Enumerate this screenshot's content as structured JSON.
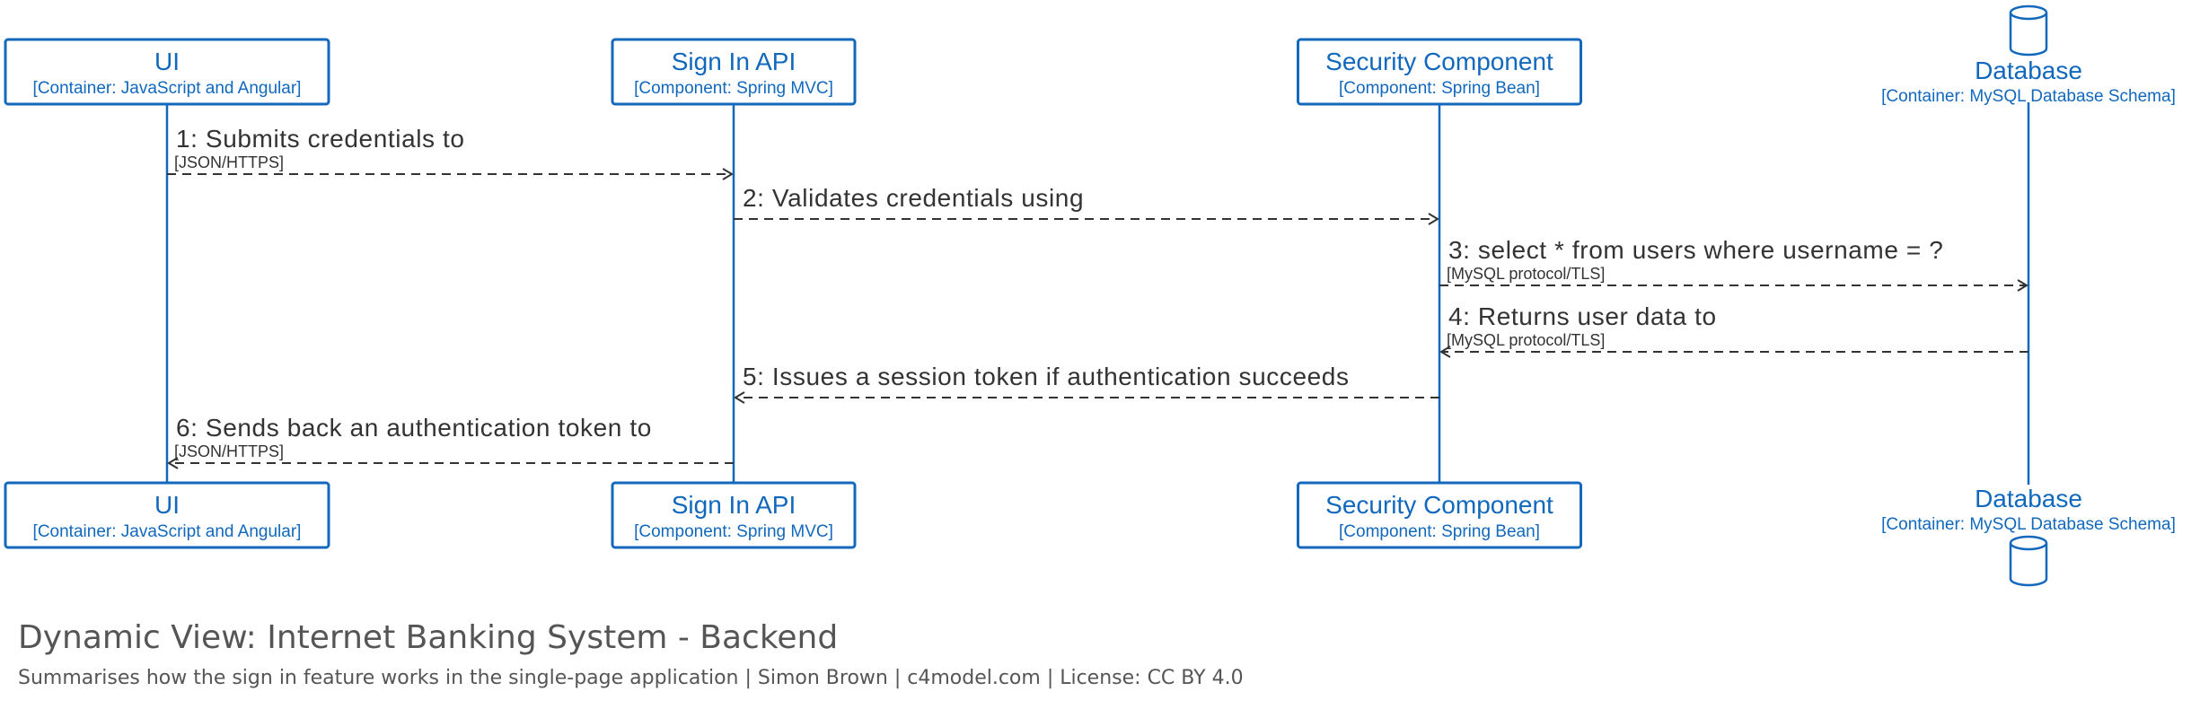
{
  "participants": [
    {
      "name": "UI",
      "technology": "[Container: JavaScript and Angular]",
      "shape": "box"
    },
    {
      "name": "Sign In API",
      "technology": "[Component: Spring MVC]",
      "shape": "box"
    },
    {
      "name": "Security Component",
      "technology": "[Component: Spring Bean]",
      "shape": "box"
    },
    {
      "name": "Database",
      "technology": "[Container: MySQL Database Schema]",
      "shape": "database"
    }
  ],
  "messages": [
    {
      "label": "1: Submits credentials to",
      "technology": "[JSON/HTTPS]",
      "from": 0,
      "to": 1
    },
    {
      "label": "2: Validates credentials using",
      "technology": "",
      "from": 1,
      "to": 2
    },
    {
      "label": "3: select * from users where username = ?",
      "technology": "[MySQL protocol/TLS]",
      "from": 2,
      "to": 3
    },
    {
      "label": "4: Returns user data to",
      "technology": "[MySQL protocol/TLS]",
      "from": 3,
      "to": 2
    },
    {
      "label": "5: Issues a session token if authentication succeeds",
      "technology": "",
      "from": 2,
      "to": 1
    },
    {
      "label": "6: Sends back an authentication token to",
      "technology": "[JSON/HTTPS]",
      "from": 1,
      "to": 0
    }
  ],
  "title": "Dynamic View: Internet Banking System - Backend",
  "subtitle": "Summarises how the sign in feature works in the single-page application | Simon Brown | c4model.com | License: CC BY 4.0",
  "colors": {
    "element": "#1168bd",
    "message": "#333333",
    "text": "#555555"
  }
}
